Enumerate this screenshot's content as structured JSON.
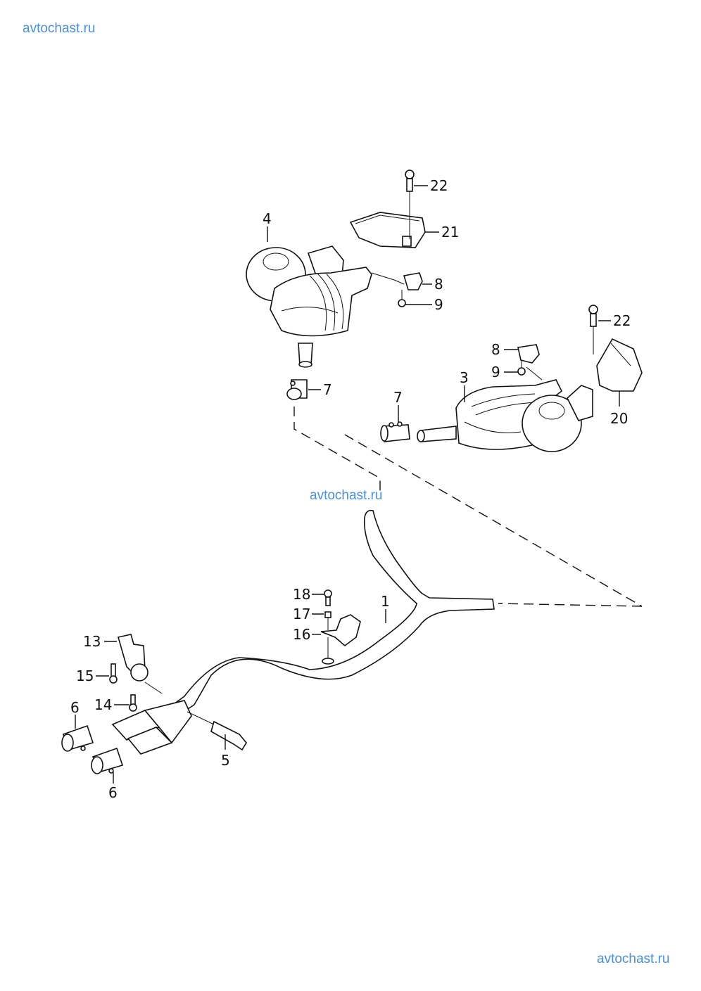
{
  "watermarks": {
    "top": "avtochast.ru",
    "middle": "avtochast.ru",
    "bottom": "avtochast.ru"
  },
  "callouts": {
    "p1": "1",
    "p3": "3",
    "p4": "4",
    "p5": "5",
    "p6a": "6",
    "p6b": "6",
    "p7a": "7",
    "p7b": "7",
    "p8a": "8",
    "p8b": "8",
    "p9a": "9",
    "p9b": "9",
    "p13": "13",
    "p14": "14",
    "p15": "15",
    "p16": "16",
    "p17": "17",
    "p18": "18",
    "p20": "20",
    "p21": "21",
    "p22a": "22",
    "p22b": "22"
  },
  "colors": {
    "watermark": "#4a8fdc",
    "lines": "#111111"
  }
}
